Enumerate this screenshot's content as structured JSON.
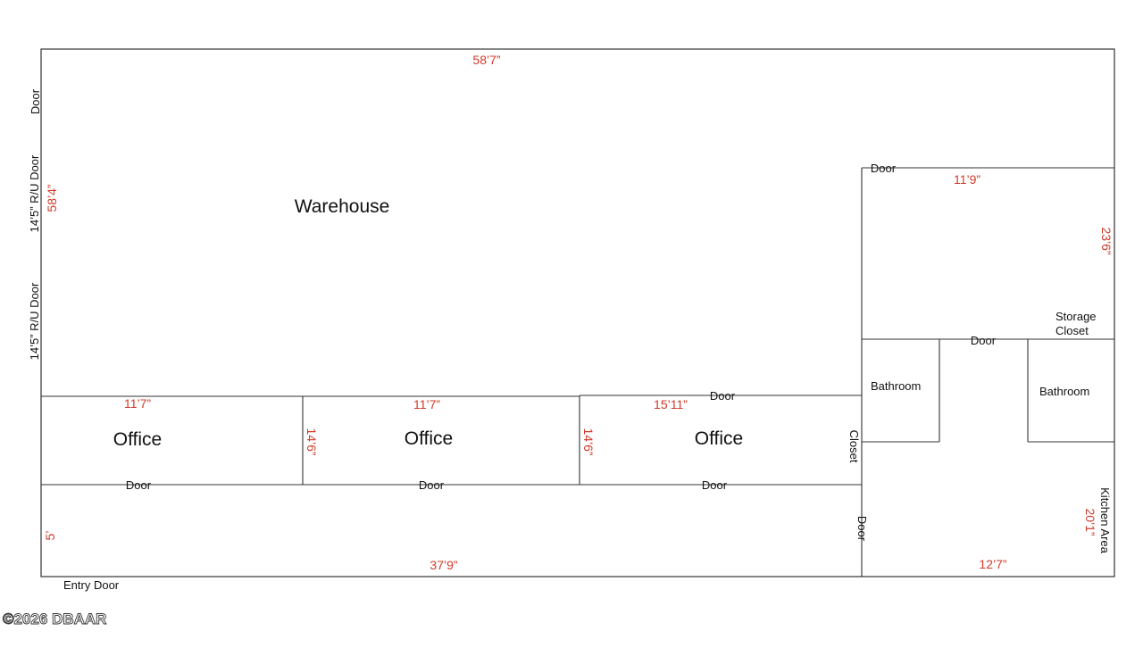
{
  "colors": {
    "wall": "#333333",
    "dimension_text": "#d03a2a",
    "label_text": "#111111",
    "background": "#ffffff"
  },
  "rooms": {
    "warehouse": "Warehouse",
    "office_1": "Office",
    "office_2": "Office",
    "office_3": "Office",
    "bathroom_left": "Bathroom",
    "bathroom_right": "Bathroom",
    "storage_closet_line1": "Storage",
    "storage_closet_line2": "Closet",
    "closet": "Closet",
    "kitchen_area": "Kitchen Area"
  },
  "doors": {
    "west_door": "Door",
    "ru_door_upper": "14’5” R/U Door",
    "ru_door_lower": "14’5” R/U Door",
    "storage_room_door": "Door",
    "bathroom_hall_door": "Door",
    "office_3_top_door": "Door",
    "office_1_door": "Door",
    "office_2_door": "Door",
    "office_3_door": "Door",
    "kitchen_door": "Door",
    "entry_door": "Entry Door"
  },
  "dimensions": {
    "warehouse_width": "58’7”",
    "warehouse_depth": "58’4”",
    "storage_room_width": "11’9”",
    "storage_room_depth": "23’6”",
    "office_1_width": "11’7”",
    "office_2_width": "11’7”",
    "office_3_width": "15’11”",
    "office_1_depth": "14’6”",
    "office_2_depth": "14’6”",
    "hallway_depth": "5’",
    "hallway_length": "37’9”",
    "kitchen_width": "12’7”",
    "kitchen_depth": "20’1”"
  },
  "watermark": "©2026 DBAAR"
}
